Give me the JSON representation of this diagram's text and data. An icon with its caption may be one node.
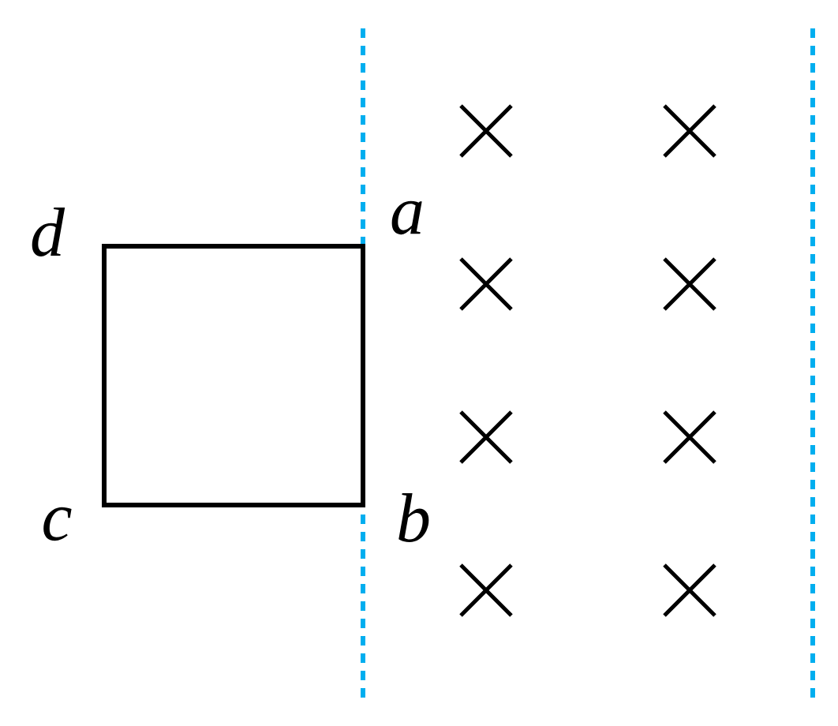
{
  "diagram": {
    "nodes": [
      {
        "text": [],
        "shape": "box"
      }
    ],
    "labels": [
      "d",
      "a",
      "c",
      "b"
    ]
  }
}
